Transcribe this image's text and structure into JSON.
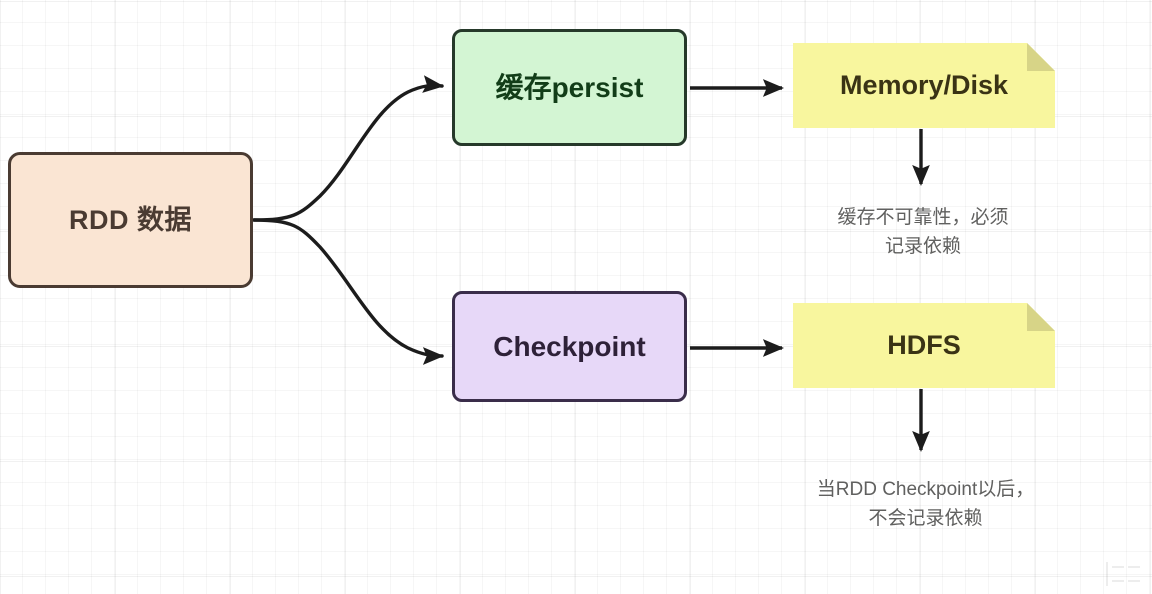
{
  "diagram": {
    "title": "RDD persist vs checkpoint flow",
    "background": "#ffffff",
    "grid": true
  },
  "nodes": {
    "rdd": {
      "label": "RDD 数据",
      "fill": "#fae5d3",
      "stroke": "#4a3b32",
      "text_color": "#4a3b32",
      "shape": "rounded-rect"
    },
    "persist": {
      "label": "缓存persist",
      "fill": "#d3f5d3",
      "stroke": "#26392a",
      "text_color": "#123d18",
      "shape": "rounded-rect"
    },
    "checkpoint": {
      "label": "Checkpoint",
      "fill": "#e7d8f8",
      "stroke": "#3a2d4a",
      "text_color": "#2e2138",
      "shape": "rounded-rect"
    },
    "memory_disk": {
      "label": "Memory/Disk",
      "fill": "#f8f69e",
      "fold_fill": "#d7d487",
      "text_color": "#3a3315",
      "shape": "note"
    },
    "hdfs": {
      "label": "HDFS",
      "fill": "#f8f69e",
      "fold_fill": "#d7d487",
      "text_color": "#3a3315",
      "shape": "note"
    }
  },
  "captions": {
    "cache_note": "缓存不可靠性，必须\n记录依赖",
    "checkpoint_note": "当RDD Checkpoint以后，\n不会记录依赖",
    "text_color": "#60605f"
  },
  "edges": [
    {
      "name": "rdd-to-persist",
      "from": "rdd",
      "to": "persist",
      "style": "curved-arrow",
      "color": "#1c1c1c"
    },
    {
      "name": "rdd-to-checkpoint",
      "from": "rdd",
      "to": "checkpoint",
      "style": "curved-arrow",
      "color": "#1c1c1c"
    },
    {
      "name": "persist-to-memory-disk",
      "from": "persist",
      "to": "memory_disk",
      "style": "straight-arrow",
      "color": "#1c1c1c"
    },
    {
      "name": "checkpoint-to-hdfs",
      "from": "checkpoint",
      "to": "hdfs",
      "style": "straight-arrow",
      "color": "#1c1c1c"
    },
    {
      "name": "memory-disk-to-cache-note",
      "from": "memory_disk",
      "to": "cache_note",
      "style": "straight-arrow",
      "color": "#1c1c1c"
    },
    {
      "name": "hdfs-to-checkpoint-note",
      "from": "hdfs",
      "to": "checkpoint_note",
      "style": "straight-arrow",
      "color": "#1c1c1c"
    }
  ]
}
